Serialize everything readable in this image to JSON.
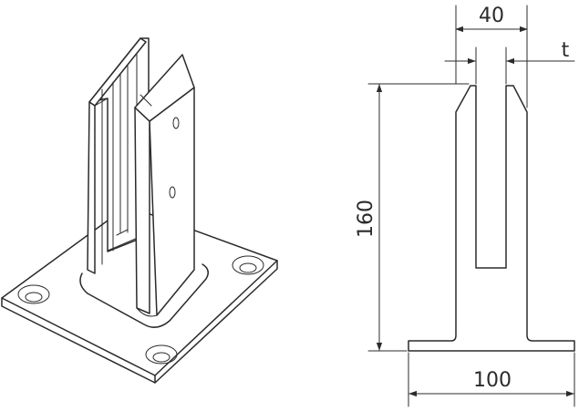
{
  "dimensions": {
    "width_label": "40",
    "thickness_label": "t",
    "height_label": "160",
    "base_label": "100"
  },
  "colors": {
    "line": "#2b2b2b",
    "background": "#ffffff"
  }
}
